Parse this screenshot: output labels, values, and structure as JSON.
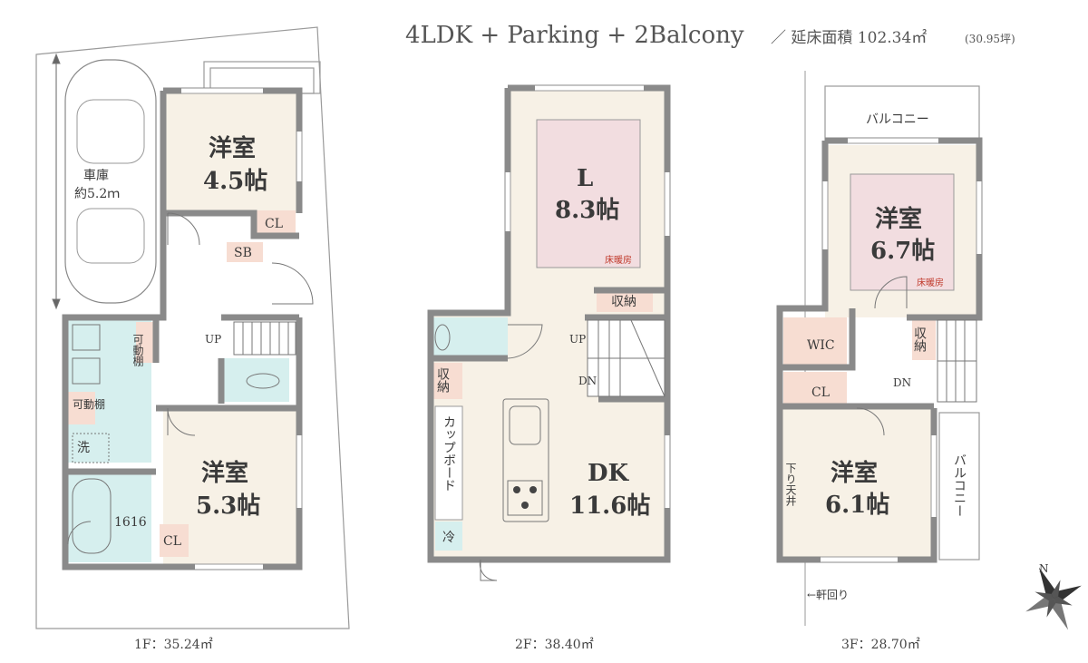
{
  "header": {
    "main": "4LDK + Parking + 2Balcony",
    "area_label": "／ 延床面積 102.34㎡",
    "area_tsubo": "(30.95坪)"
  },
  "floors": [
    {
      "label": "1F：35.24㎡",
      "garage": [
        "車庫",
        "約5.2ｍ"
      ],
      "rooms": [
        {
          "name": "洋室",
          "size": "4.5帖"
        },
        {
          "name": "洋室",
          "size": "5.3帖"
        }
      ],
      "small_labels": {
        "cl_top": "CL",
        "sb": "SB",
        "up": "UP",
        "movable_shelf_1": "可動棚",
        "movable_shelf_2": "可動棚",
        "wash": "洗",
        "bath": "1616",
        "cl_bottom": "CL"
      }
    },
    {
      "label": "2F：38.40㎡",
      "rooms": [
        {
          "name": "L",
          "size": "8.3帖"
        },
        {
          "name": "DK",
          "size": "11.6帖"
        }
      ],
      "small_labels": {
        "floor_heating": "床暖房",
        "storage_1": "収納",
        "up": "UP",
        "dn": "DN",
        "storage_2": "収納",
        "cupboard": "カップボード",
        "fridge": "冷"
      }
    },
    {
      "label": "3F：28.70㎡",
      "rooms": [
        {
          "name": "洋室",
          "size": "6.7帖"
        },
        {
          "name": "洋室",
          "size": "6.1帖"
        }
      ],
      "small_labels": {
        "balcony_top": "バルコニー",
        "floor_heating": "床暖房",
        "wic": "WIC",
        "storage": "収納",
        "cl": "CL",
        "dn": "DN",
        "lowered_ceiling": "下り天井",
        "balcony_side": "バルコニー",
        "eaves": "←軒回り"
      }
    }
  ],
  "compass": {
    "label": "N"
  },
  "colors": {
    "wall": "#8a8a8a",
    "floor": "#f7f1e6",
    "living_highlight": "#f2dde0",
    "wet_area": "#d6efee",
    "closet": "#f7ddd2"
  }
}
